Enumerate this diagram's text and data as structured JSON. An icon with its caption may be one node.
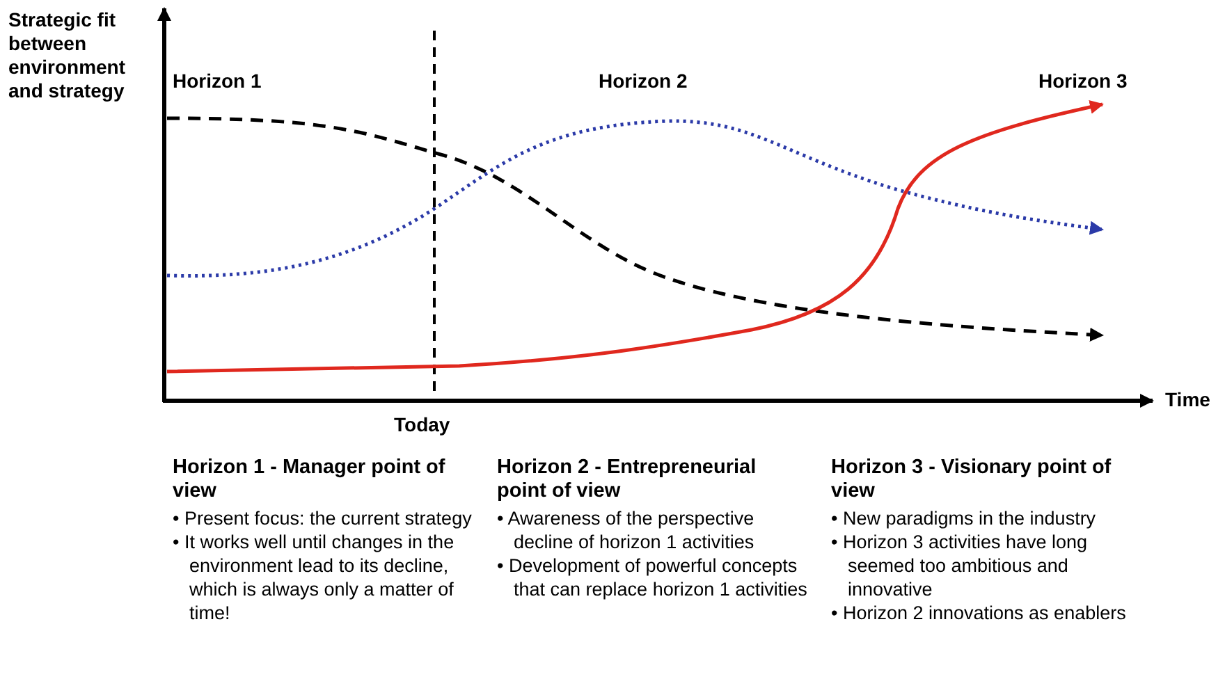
{
  "diagram": {
    "labels": [
      "Strategic fit between environment and strategy",
      "Horizon 1",
      "Horizon 2",
      "Horizon 3",
      "Today",
      "Time",
      "Horizon 1 -  Manager point of view",
      "• Present focus: the current strategy",
      "• It works well until changes in the environment lead to its decline, which is always only a matter of time!",
      "Horizon 2 -  Entrepreneurial point of view",
      "• Awareness of the perspective decline of horizon 1 activities",
      "• Development of powerful concepts that can replace horizon 1 activities",
      "Horizon 3 -  Visionary point of view",
      "• New paradigms in the industry",
      "• Horizon 3 activities have long seemed too ambitious and innovative",
      "• Horizon 2 innovations as enablers"
    ]
  }
}
